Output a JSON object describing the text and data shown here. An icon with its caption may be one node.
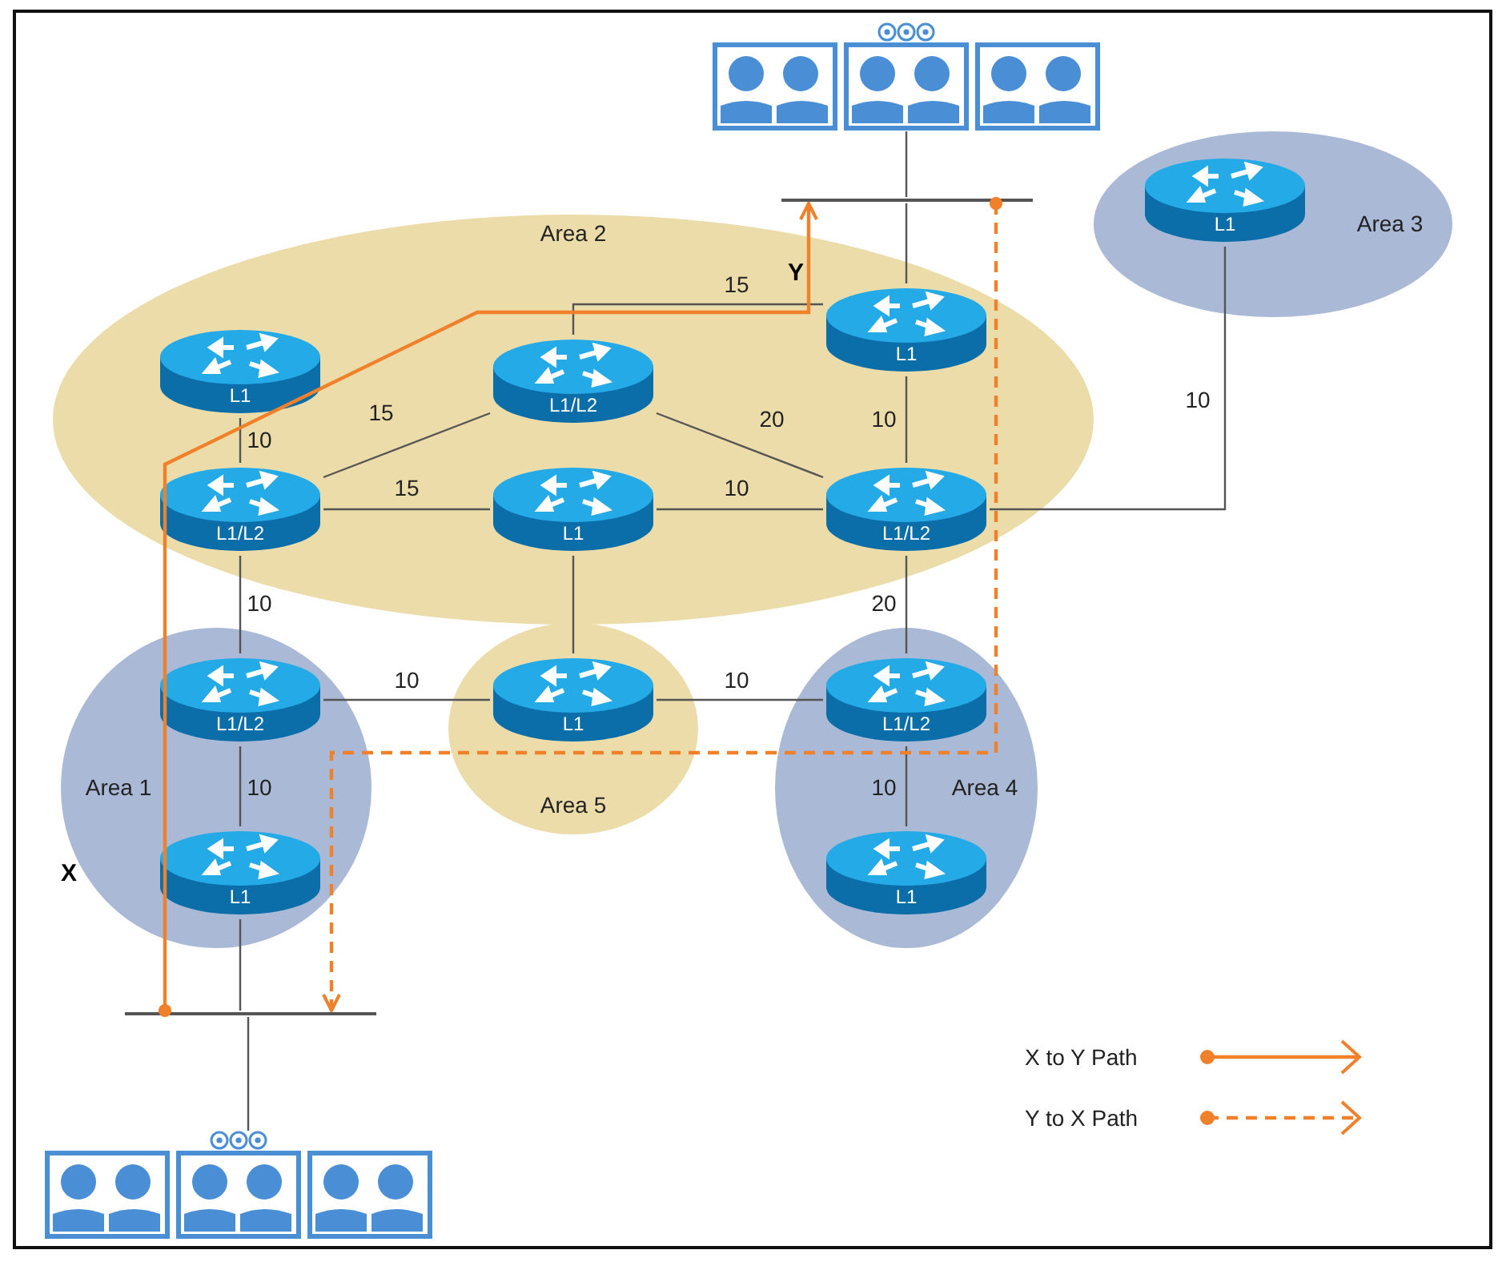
{
  "diagram": {
    "nodes": [
      {
        "text": [],
        "shape": "picture"
      },
      {
        "text": [],
        "shape": "bar"
      },
      {
        "text": [
          "Area 3"
        ]
      },
      {
        "text": [
          "L1"
        ],
        "in": 2
      },
      {
        "text": [
          "Area 2"
        ]
      },
      {
        "text": [
          "L1"
        ],
        "in": 4
      },
      {
        "text": [
          "L1/L2"
        ],
        "in": 4
      },
      {
        "text": [
          "L1"
        ],
        "in": 4,
        "beside": [
          "Y"
        ]
      },
      {
        "text": [
          "L1/L2"
        ],
        "in": 4
      },
      {
        "text": [
          "L1"
        ],
        "in": 4
      },
      {
        "text": [
          "L1/L2"
        ],
        "in": 4
      },
      {
        "text": [
          "Area 1"
        ]
      },
      {
        "text": [
          "L1/L2"
        ],
        "in": 11
      },
      {
        "text": [
          "Area 5"
        ]
      },
      {
        "text": [
          "L1"
        ],
        "in": 13
      },
      {
        "text": [
          "Area 4"
        ]
      },
      {
        "text": [
          "L1/L2"
        ],
        "in": 15
      },
      {
        "text": [
          "L1"
        ],
        "in": 11,
        "beside": [
          "X"
        ]
      },
      {
        "text": [
          "L1"
        ],
        "in": 15
      },
      {
        "text": [],
        "shape": "bar"
      },
      {
        "text": [],
        "shape": "picture"
      }
    ],
    "edges": [
      {
        "from": 0,
        "to": 1,
        "arrow": "none"
      },
      {
        "from": 1,
        "to": 7,
        "arrow": "none"
      },
      {
        "from": 3,
        "to": 10,
        "arrow": "none",
        "label": "10"
      },
      {
        "from": 5,
        "to": 8,
        "arrow": "none",
        "label": "10"
      },
      {
        "from": 8,
        "to": 6,
        "arrow": "none",
        "label": "15"
      },
      {
        "from": 8,
        "to": 9,
        "arrow": "none",
        "label": "15"
      },
      {
        "from": 6,
        "to": 7,
        "arrow": "none",
        "label": "15"
      },
      {
        "from": 6,
        "to": 10,
        "arrow": "none",
        "label": "20"
      },
      {
        "from": 9,
        "to": 10,
        "arrow": "none",
        "label": "10"
      },
      {
        "from": 7,
        "to": 10,
        "arrow": "none",
        "label": "10"
      },
      {
        "from": 8,
        "to": 12,
        "arrow": "none",
        "label": "10"
      },
      {
        "from": 9,
        "to": 14,
        "arrow": "none"
      },
      {
        "from": 12,
        "to": 14,
        "arrow": "none",
        "label": "10"
      },
      {
        "from": 14,
        "to": 16,
        "arrow": "none",
        "label": "10"
      },
      {
        "from": 10,
        "to": 16,
        "arrow": "none",
        "label": "20"
      },
      {
        "from": 12,
        "to": 17,
        "arrow": "none",
        "label": "10"
      },
      {
        "from": 16,
        "to": 18,
        "arrow": "none",
        "label": "10"
      },
      {
        "from": 17,
        "to": 19,
        "arrow": "none"
      },
      {
        "from": 19,
        "to": 20,
        "arrow": "none"
      },
      {
        "from": 19,
        "to": 1,
        "arrow": "to",
        "color": "#f0802a"
      },
      {
        "from": 1,
        "to": 19,
        "arrow": "to",
        "style": "dashed",
        "color": "#f0802a"
      }
    ],
    "legend": [
      {
        "text": "X to Y Path"
      },
      {
        "text": "Y to X Path"
      }
    ]
  }
}
